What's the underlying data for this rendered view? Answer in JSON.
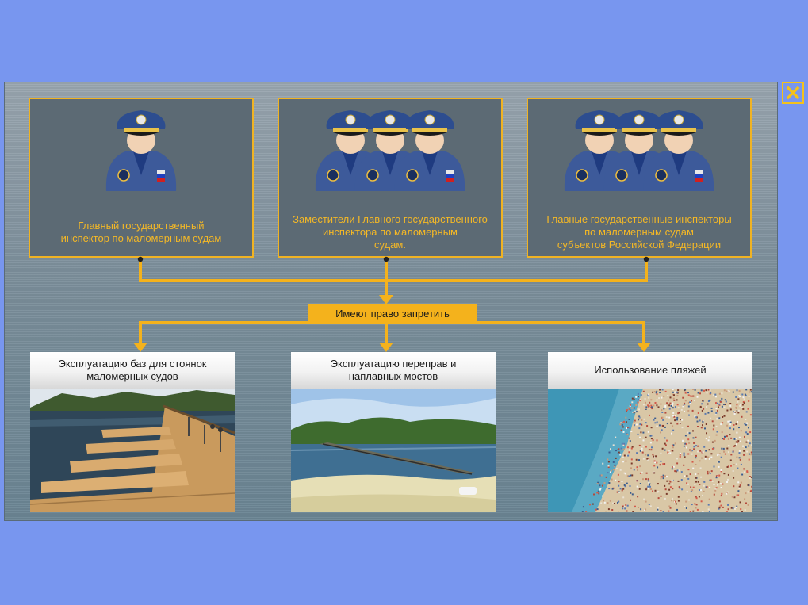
{
  "inspectors": [
    {
      "label": "Главный государственный\nинспектор по маломерным судам",
      "figures": 1
    },
    {
      "label": "Заместители Главного государственного\nинспектора по маломерным\nсудам.",
      "figures": 3
    },
    {
      "label": "Главные государственные инспекторы\nпо маломерным судам\nсубъектов Российской Федерации",
      "figures": 3
    }
  ],
  "connector_label": "Имеют право запретить",
  "prohibitions": [
    {
      "title": "Эксплуатацию баз для стоянок\nмаломерных судов",
      "photo": "pier-photo"
    },
    {
      "title": "Эксплуатацию переправ и\nнаплавных мостов",
      "photo": "pontoon-bridge-photo"
    },
    {
      "title": "Использование пляжей",
      "photo": "beach-photo"
    }
  ],
  "colors": {
    "accent": "#f4b21c",
    "panel": "#7c8f9b",
    "background": "#7896ef",
    "uniform": "#3d5a9a"
  },
  "icons": {
    "close": "close-icon",
    "inspector": "inspector-icon"
  }
}
